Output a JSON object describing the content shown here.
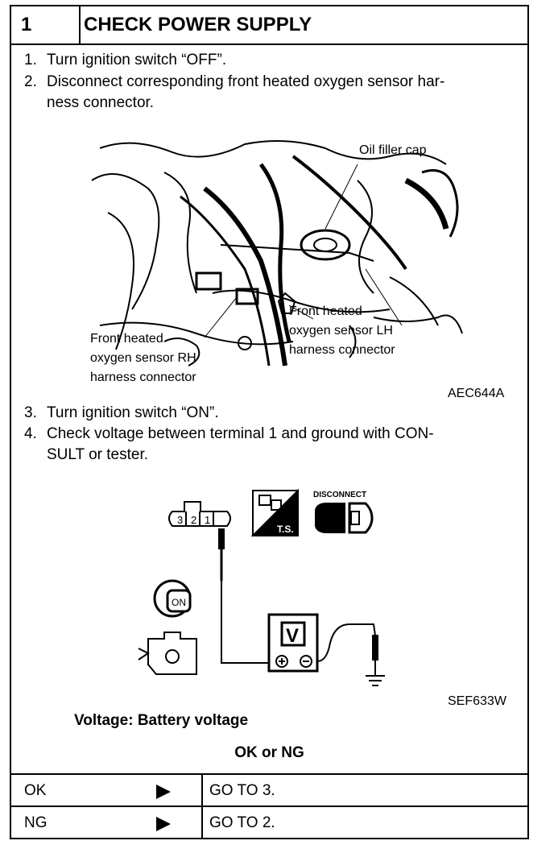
{
  "header": {
    "number": "1",
    "title": "CHECK POWER SUPPLY"
  },
  "steps": [
    {
      "num": "1.",
      "text": "Turn ignition switch “OFF”."
    },
    {
      "num": "2.",
      "text": "Disconnect corresponding front heated oxygen sensor har-",
      "cont": "ness connector."
    },
    {
      "num": "3.",
      "text": "Turn ignition switch “ON”."
    },
    {
      "num": "4.",
      "text": "Check voltage between terminal 1 and ground with CON-",
      "cont": "SULT or tester."
    }
  ],
  "figure1": {
    "labels": {
      "oil_cap": "Oil filler cap",
      "lh_1": "Front heated",
      "lh_2": "oxygen sensor LH",
      "lh_3": "harness connector",
      "rh_1": "Front heated",
      "rh_2": "oxygen sensor RH",
      "rh_3": "harness connector"
    },
    "code": "AEC644A"
  },
  "figure2": {
    "terminals": [
      "3",
      "2",
      "1"
    ],
    "ts_label": "T.S.",
    "disconnect_label": "DISCONNECT",
    "on_label": "ON",
    "meter_label": "V",
    "code": "SEF633W"
  },
  "spec": "Voltage: Battery voltage",
  "result_title": "OK or NG",
  "results": [
    {
      "status": "OK",
      "action": "GO TO 3."
    },
    {
      "status": "NG",
      "action": "GO TO 2."
    }
  ]
}
